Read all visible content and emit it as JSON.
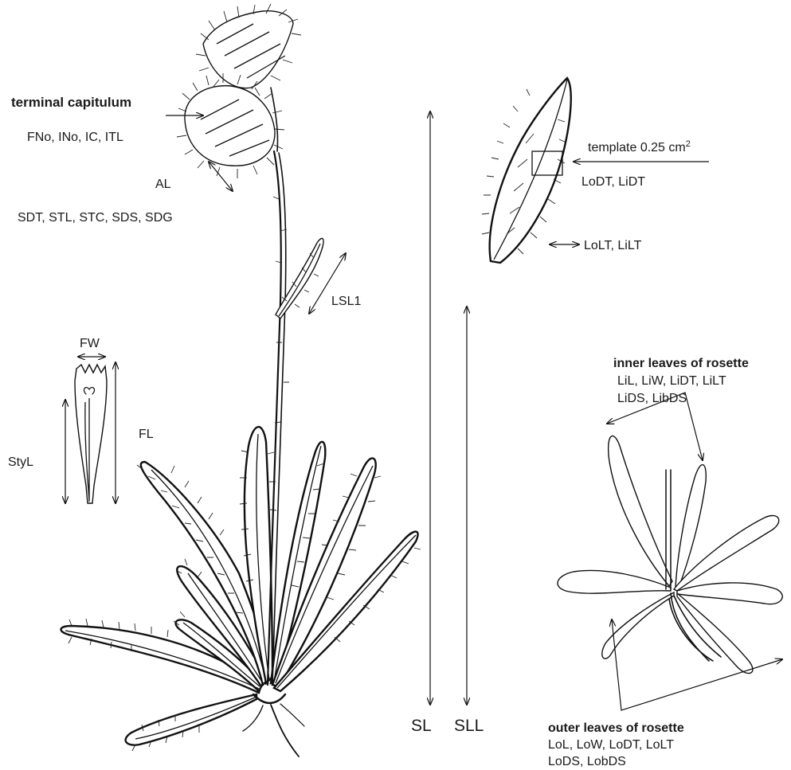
{
  "labels": {
    "terminal_capitulum": "terminal capitulum",
    "capitulum_traits": "FNo, INo, IC, ITL",
    "al": "AL",
    "stem_traits": "SDT, STL, STC, SDS, SDG",
    "lsl1": "LSL1",
    "fw": "FW",
    "fl": "FL",
    "styl": "StyL",
    "sl": "SL",
    "sll": "SLL",
    "template_text": "template 0.25 cm",
    "template_superscript": "2",
    "density_traits": "LoDT, LiDT",
    "length_traits": "LoLT, LiLT",
    "inner_title": "inner leaves of rosette",
    "inner_line1": "LiL, LiW, LiDT, LiLT",
    "inner_line2": "LiDS, LibDS",
    "outer_title": "outer leaves of rosette",
    "outer_line1": "LoL, LoW, LoDT, LoLT",
    "outer_line2": "LoDS, LobDS"
  },
  "colors": {
    "ink": "#111111",
    "background": "#ffffff"
  }
}
